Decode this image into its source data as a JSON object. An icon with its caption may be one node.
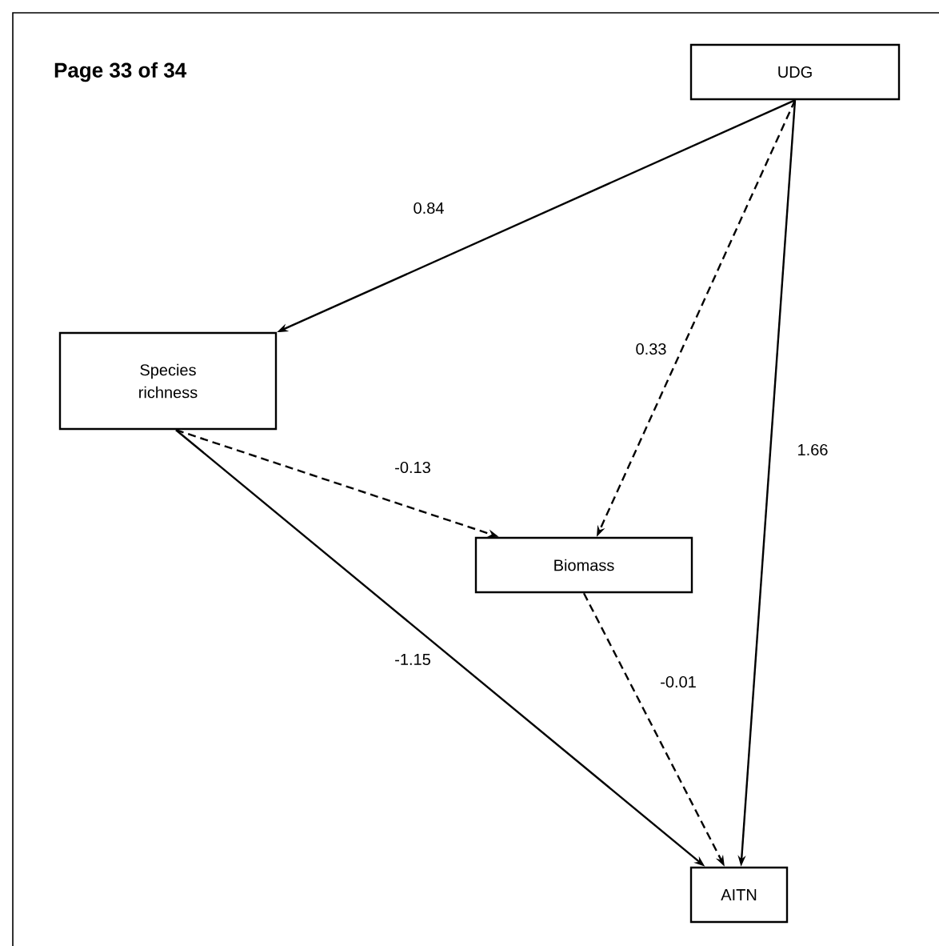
{
  "diagram": {
    "nodes": [
      {
        "text": [
          "UDG"
        ]
      },
      {
        "text": [
          "Species richness"
        ]
      },
      {
        "text": [
          "Biomass"
        ]
      },
      {
        "text": [
          "AITN"
        ]
      }
    ],
    "edges": [
      {
        "from": 0,
        "to": 1,
        "arrow": "to",
        "label": "0.84"
      },
      {
        "from": 0,
        "to": 2,
        "arrow": "to",
        "label": "0.33",
        "style": "dashed"
      },
      {
        "from": 0,
        "to": 3,
        "arrow": "to",
        "label": "1.66"
      },
      {
        "from": 1,
        "to": 2,
        "arrow": "to",
        "label": "-0.13",
        "style": "dashed"
      },
      {
        "from": 1,
        "to": 3,
        "arrow": "to",
        "label": "-1.15"
      },
      {
        "from": 2,
        "to": 3,
        "arrow": "to",
        "label": "-0.01",
        "style": "dashed"
      }
    ],
    "labels": [
      "Page 33 of 34"
    ]
  }
}
